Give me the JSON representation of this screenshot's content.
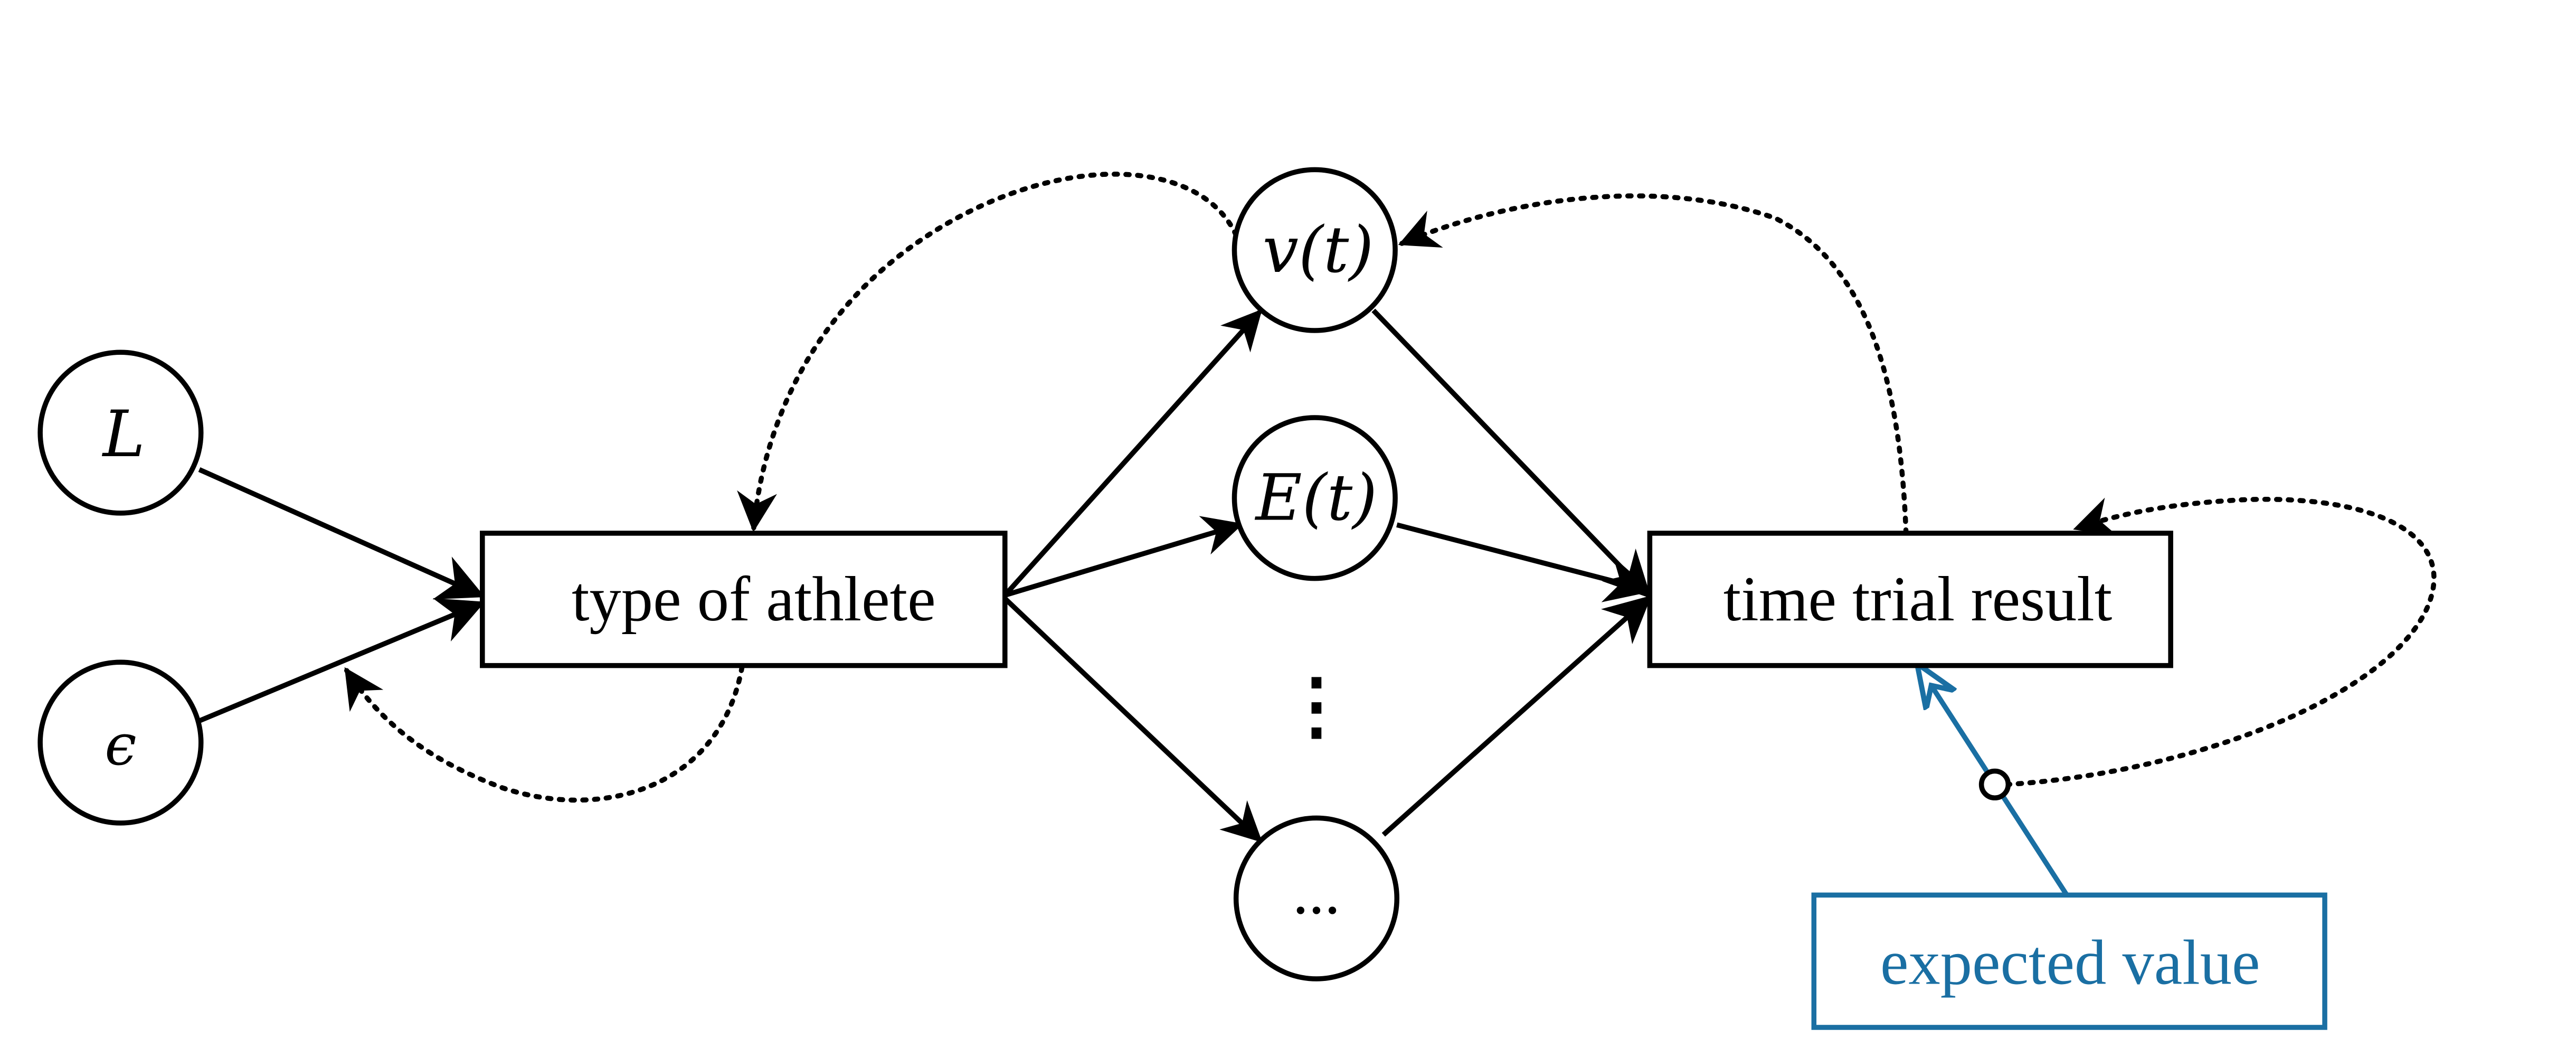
{
  "nodes": {
    "length": "L",
    "epsilon": "ϵ",
    "velocity": "v(t)",
    "energy": "E(t)",
    "other": "...",
    "ellipsis_vertical": "⋮",
    "athlete_type": "type of athlete",
    "result": "time trial result",
    "expected_value": "expected value"
  },
  "colors": {
    "ink": "#000000",
    "accent": "#1a6fa3"
  }
}
